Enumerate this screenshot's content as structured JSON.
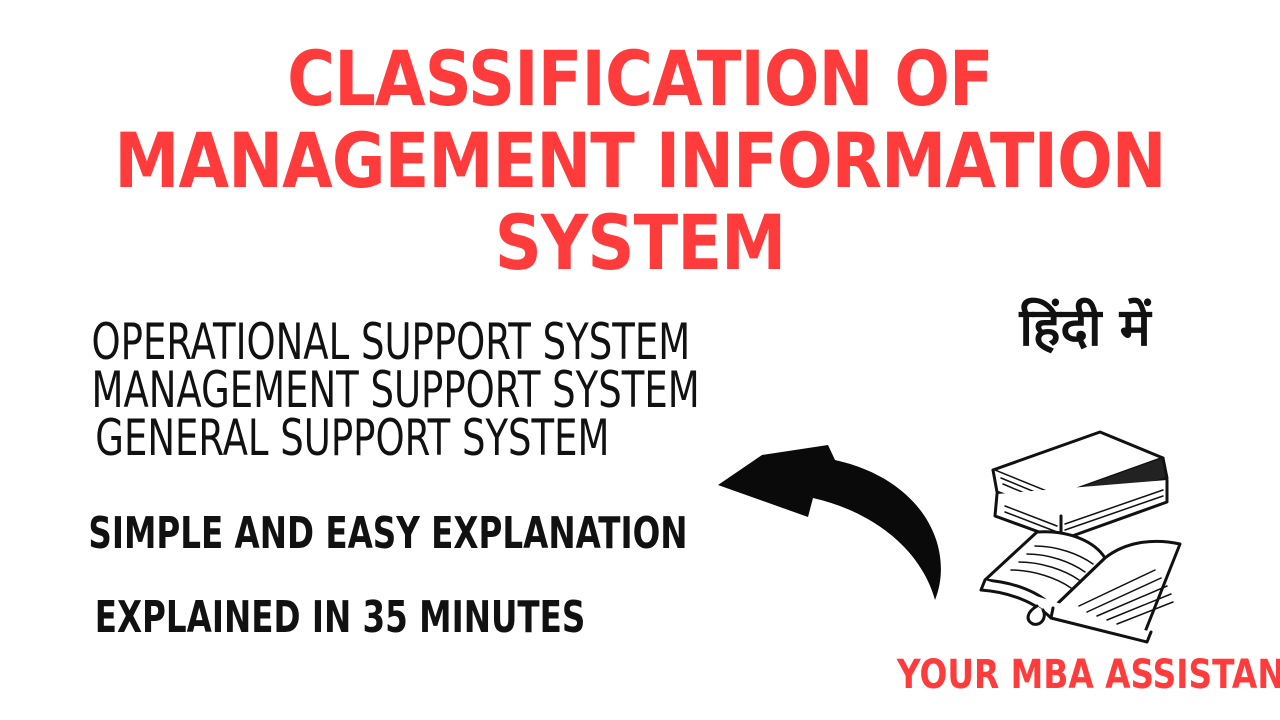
{
  "title": {
    "line1": "CLASSIFICATION OF",
    "line2": "MANAGEMENT INFORMATION",
    "line3": "SYSTEM"
  },
  "systems": [
    "OPERATIONAL SUPPORT SYSTEM",
    "MANAGEMENT SUPPORT SYSTEM",
    "GENERAL SUPPORT SYSTEM"
  ],
  "tagline": {
    "primary": "SIMPLE AND EASY EXPLANATION",
    "secondary": "EXPLAINED IN 35 MINUTES"
  },
  "language_label": "हिंदी में",
  "brand": "YOUR MBA ASSISTANT",
  "icons": {
    "arrow": "curved-arrow-left-icon",
    "books": "books-icon"
  },
  "colors": {
    "accent": "#ff3b3b",
    "text": "#111111",
    "background": "#ffffff"
  }
}
